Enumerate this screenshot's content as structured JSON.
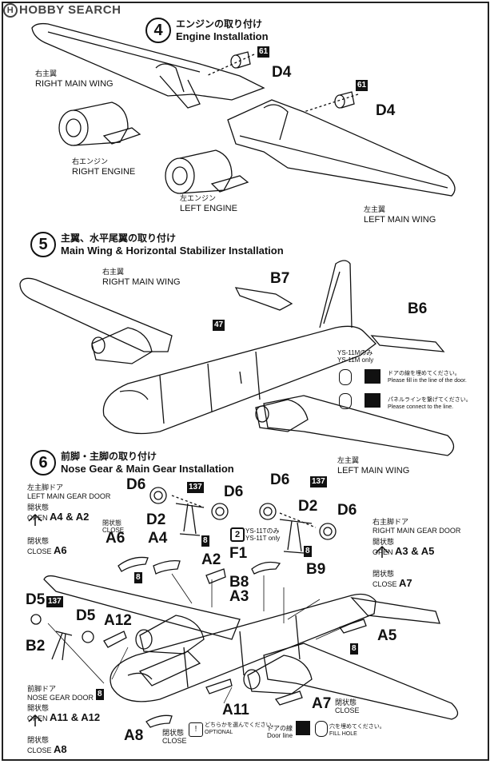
{
  "watermark": "HOBBY SEARCH",
  "steps": [
    {
      "num": "4",
      "jp": "エンジンの取り付け",
      "en": "Engine Installation"
    },
    {
      "num": "5",
      "jp": "主翼、水平尾翼の取り付け",
      "en": "Main Wing & Horizontal Stabilizer Installation"
    },
    {
      "num": "6",
      "jp": "前脚・主脚の取り付け",
      "en": "Nose Gear & Main Gear Installation"
    }
  ],
  "step4": {
    "right_wing_jp": "右主翼",
    "right_wing_en": "RIGHT MAIN WING",
    "right_engine_jp": "右エンジン",
    "right_engine_en": "RIGHT ENGINE",
    "left_engine_jp": "左エンジン",
    "left_engine_en": "LEFT ENGINE",
    "left_wing_jp": "左主翼",
    "left_wing_en": "LEFT MAIN WING",
    "part_d4": "D4",
    "badge_61": "61"
  },
  "step5": {
    "right_wing_jp": "右主翼",
    "right_wing_en": "RIGHT MAIN WING",
    "left_wing_jp": "左主翼",
    "left_wing_en": "LEFT MAIN WING",
    "b7": "B7",
    "b6": "B6",
    "badge_47": "47",
    "ys11m_jp": "YS-11Mのみ",
    "ys11m_en": "YS-11M only",
    "door_note_jp": "ドアの線を埋めてください。",
    "door_note_en": "Please fill in the line of the door.",
    "panel_note_jp": "パネルラインを繋げてください。",
    "panel_note_en": "Please connect to the line."
  },
  "step6": {
    "left_gear_door_jp": "左主脚ドア",
    "left_gear_door_en": "LEFT MAIN GEAR DOOR",
    "open_jp": "開状態",
    "open_en": "OPEN",
    "close_jp": "閉状態",
    "close_en": "CLOSE",
    "a4a2": "A4 & A2",
    "a6": "A6",
    "a3a5": "A3 & A5",
    "a7": "A7",
    "right_gear_door_jp": "右主脚ドア",
    "right_gear_door_en": "RIGHT MAIN GEAR DOOR",
    "nose_gear_door_jp": "前脚ドア",
    "nose_gear_door_en": "NOSE GEAR DOOR",
    "a11a12": "A11 & A12",
    "a8": "A8",
    "d6": "D6",
    "d2": "D2",
    "a6_part": "A6",
    "a4": "A4",
    "a2": "A2",
    "f1": "F1",
    "b8": "B8",
    "a3": "A3",
    "b9": "B9",
    "d5": "D5",
    "b2": "B2",
    "a12": "A12",
    "a5": "A5",
    "a11": "A11",
    "a7_part": "A7",
    "a8_part": "A8",
    "badge_137": "137",
    "badge_8": "8",
    "ys11t_jp": "YS-11Tのみ",
    "ys11t_en": "YS-11T only",
    "optional_jp": "どちらかを選んでください。",
    "optional_en": "OPTIONAL",
    "door_line_jp": "ドアの線",
    "door_line_en": "Door line",
    "fill_hole_jp": "穴を埋めてください。",
    "fill_hole_en": "FILL HOLE"
  }
}
